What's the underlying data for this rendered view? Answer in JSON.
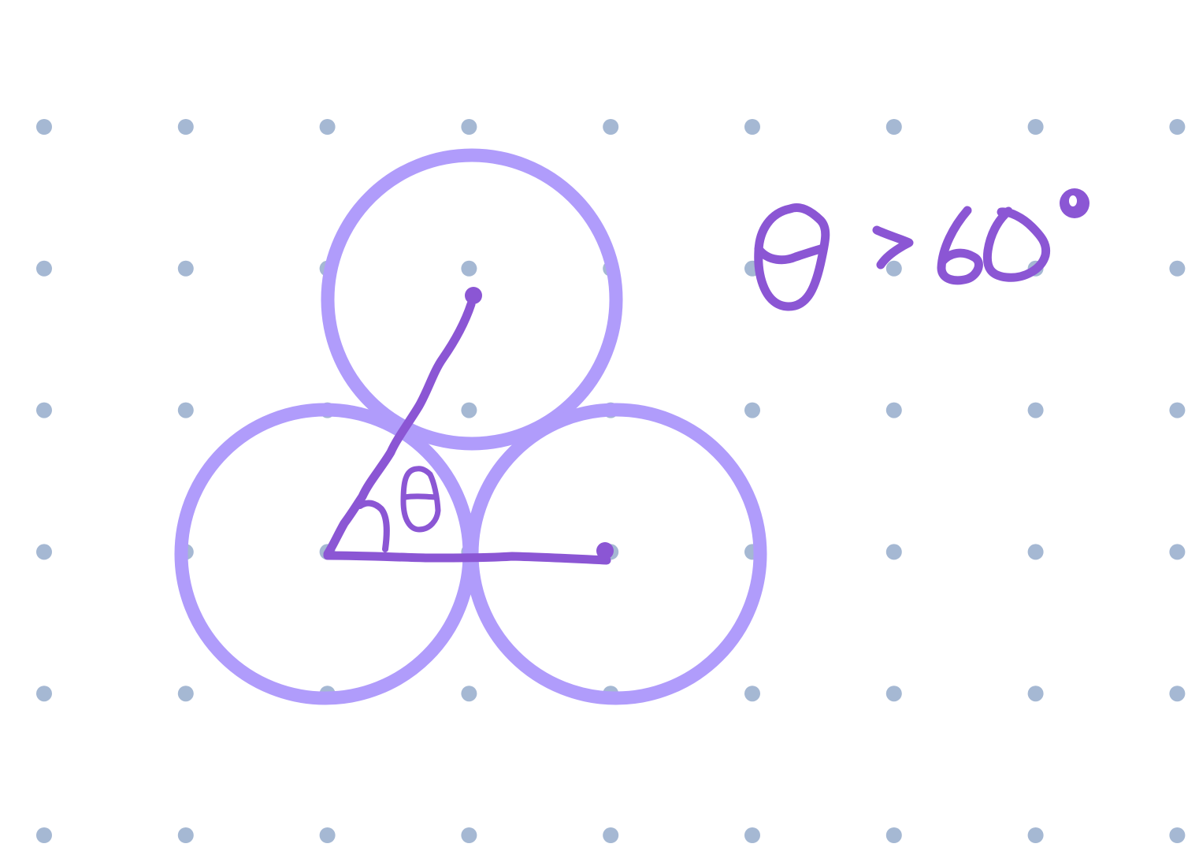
{
  "annotation": {
    "angle_symbol": "θ",
    "relation": ">",
    "value": "60°",
    "text": "θ > 60°"
  },
  "angle_label": "θ",
  "grid": {
    "columns": 9,
    "rows": 6
  },
  "colors": {
    "background": "#ffffff",
    "grid_dot": "#a5b8d3",
    "circle_stroke": "#b09cfb",
    "ink": "#8b56d4"
  }
}
